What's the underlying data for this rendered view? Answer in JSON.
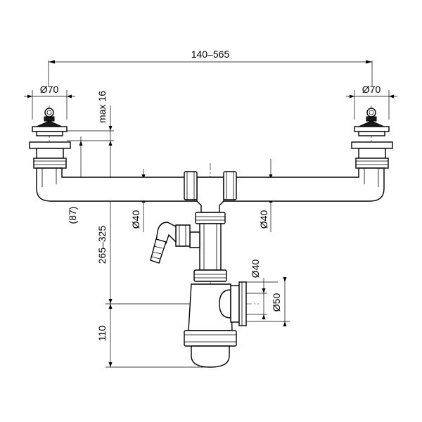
{
  "dimensions": {
    "overall_width": "140–565",
    "strainer_diameter_left": "Ø70",
    "strainer_diameter_right": "Ø70",
    "max_height": "max 16",
    "offset": "(87)",
    "total_height": "265–325",
    "trap_height": "110",
    "pipe_diameter_left": "Ø40",
    "pipe_diameter_right": "Ø40",
    "outlet_inner": "Ø40",
    "outlet_outer": "Ø50"
  }
}
